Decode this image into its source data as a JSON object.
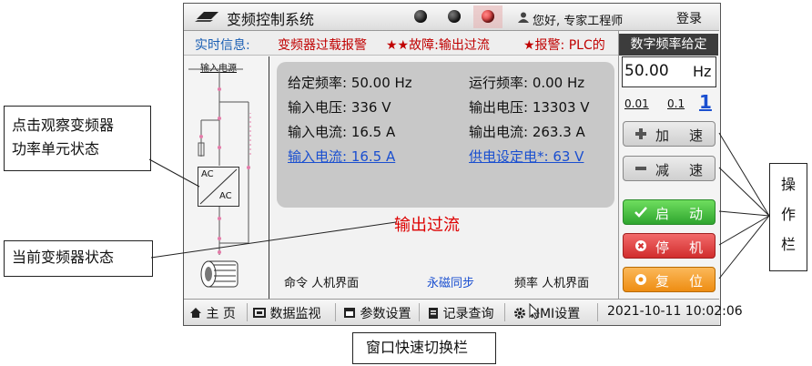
{
  "header": {
    "title": "变频控制系统",
    "greeting": "您好, 专家工程师",
    "login_label": "登录"
  },
  "realtime": {
    "label": "实时信息:",
    "items": [
      "变频器过载报警",
      "★★故障:输出过流",
      "★报警: PLC的"
    ]
  },
  "diagram": {
    "title": "输入电源",
    "ac_top": "AC",
    "ac_bottom": "AC"
  },
  "data": {
    "given_freq": "给定频率: 50.00  Hz",
    "run_freq": "运行频率: 0.00  Hz",
    "input_voltage": "输入电压: 336  V",
    "output_voltage": "输出电压: 13303  V",
    "input_current": "输入电流: 16.5   A",
    "output_current": "输出电流: 263.3  A",
    "input_current_link": "输入电流: 16.5   A",
    "supply_setting_link": "供电设定电*: 63  V"
  },
  "status": "输出过流",
  "bottom": {
    "command": "命令 人机界面",
    "mode": "永磁同步",
    "frequency": "频率 人机界面"
  },
  "control": {
    "freq_header": "数字频率给定",
    "freq_value": "50.00",
    "freq_unit": "Hz",
    "steps": [
      "0.01",
      "0.1",
      "1"
    ],
    "accelerate": "加速",
    "decelerate": "减速",
    "start": "启动",
    "stop": "停机",
    "reset": "复位"
  },
  "nav": {
    "home": "主 页",
    "monitor": "数据监视",
    "params": "参数设置",
    "records": "记录查询",
    "hmi": "HMI设置",
    "datetime": "2021-10-11 10:02:06"
  },
  "annotations": {
    "left_top": [
      "点击观察变频器",
      "功率单元状态"
    ],
    "left_bottom": "当前变频器状态",
    "right": [
      "操",
      "作",
      "栏"
    ],
    "bottom": "窗口快速切换栏"
  },
  "colors": {
    "alarm_red": "#dd0000",
    "link_blue": "#1a4fd0",
    "start_green": "#2fa52f",
    "stop_red": "#d12d2d",
    "reset_orange": "#ee8d12"
  }
}
